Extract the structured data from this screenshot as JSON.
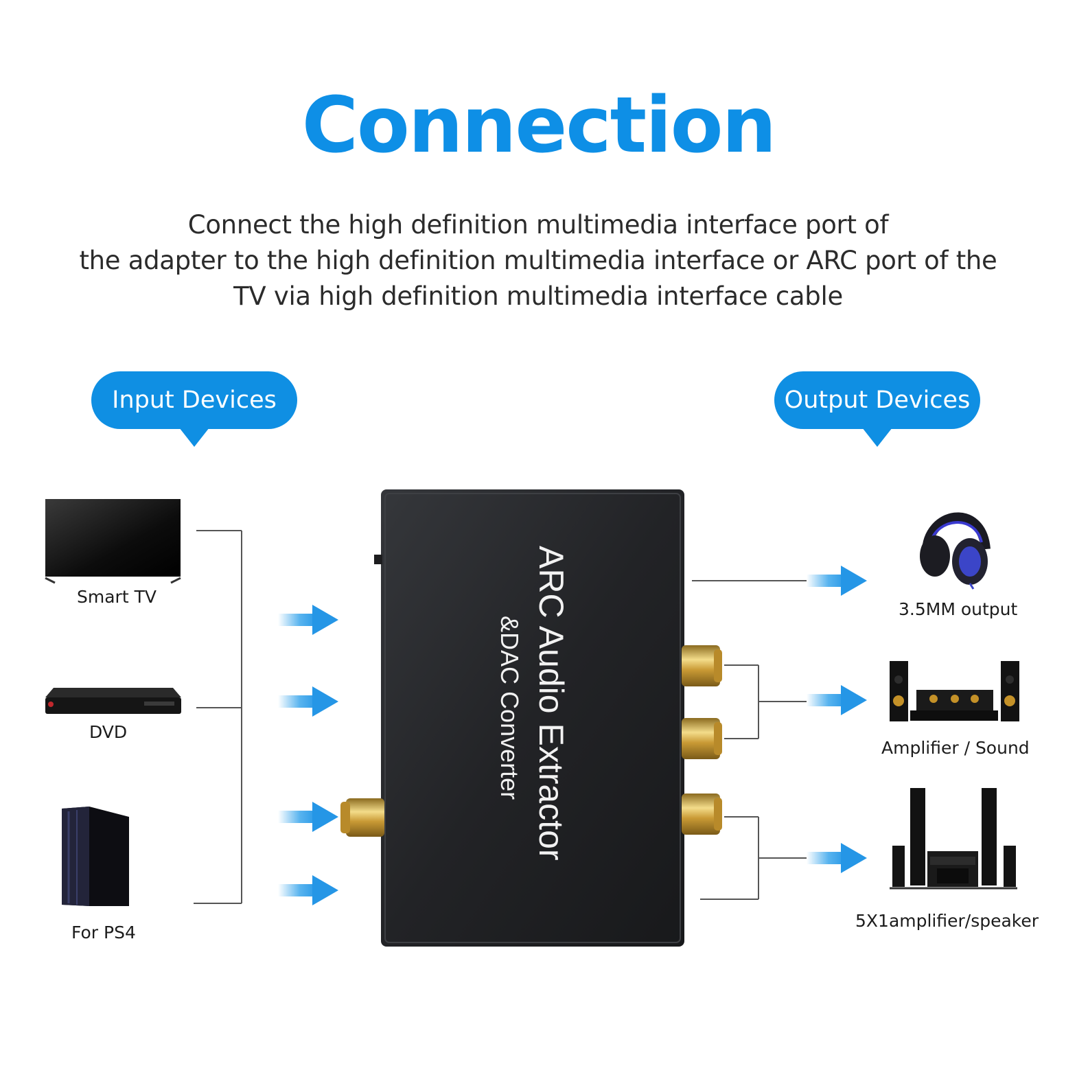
{
  "title": "Connection",
  "description": [
    "Connect the high definition multimedia interface port of",
    "the adapter to the high definition multimedia interface or ARC port of the",
    "TV via high definition multimedia interface cable"
  ],
  "input_header": "Input Devices",
  "output_header": "Output Devices",
  "device_text": {
    "line1": "ARC Audio Extractor",
    "line2": "&DAC Converter"
  },
  "inputs": [
    {
      "label": "Smart TV",
      "icon": "tv-icon"
    },
    {
      "label": "DVD",
      "icon": "dvd-player-icon"
    },
    {
      "label": "For PS4",
      "icon": "game-console-icon"
    }
  ],
  "outputs": [
    {
      "label": "3.5MM output",
      "icon": "headphones-icon"
    },
    {
      "label": "Amplifier / Sound",
      "icon": "sound-system-icon"
    },
    {
      "label": "5X1amplifier/speaker",
      "icon": "home-theater-icon"
    }
  ],
  "colors": {
    "accent": "#0f8fe3",
    "arrow": "#3aa6ec",
    "device_body": "#232427",
    "connector_gold": "#d8b24a"
  }
}
